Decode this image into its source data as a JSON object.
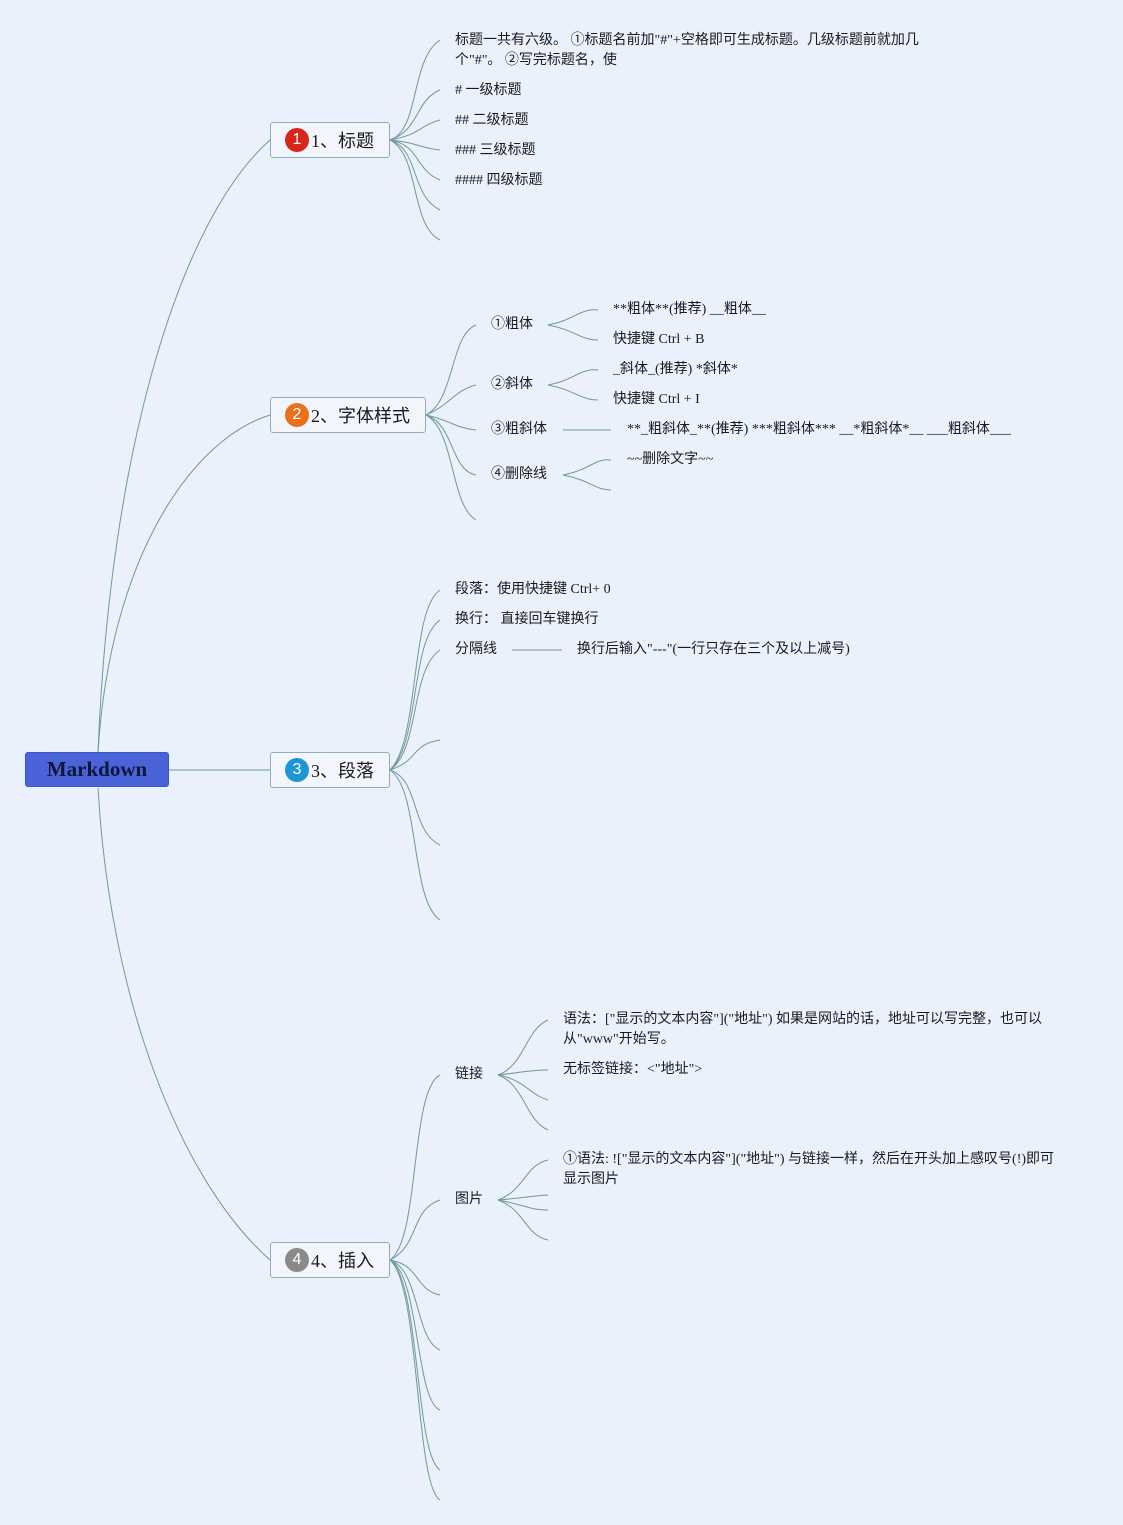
{
  "root": {
    "label": "Markdown"
  },
  "colors": {
    "background": "#eaf0fc",
    "root_fill": "#4a63d9",
    "line": "#6f9a98",
    "badge1": "#d9261c",
    "badge2": "#e8721c",
    "badge3": "#1e96d6",
    "badge4": "#8a8a8a"
  },
  "branches": [
    {
      "num": "1",
      "label": "1、标题"
    },
    {
      "num": "2",
      "label": "2、字体样式"
    },
    {
      "num": "3",
      "label": "3、段落"
    },
    {
      "num": "4",
      "label": "4、插入"
    }
  ],
  "b1": {
    "intro": "标题一共有六级。 ①标题名前加\"#\"+空格即可生成标题。几级标题前就加几个\"#\"。 ②写完标题名，使",
    "h1": "# 一级标题",
    "h2": "## 二级标题",
    "h3": "### 三级标题",
    "h4": "#### 四级标题"
  },
  "b2": {
    "bold": {
      "label": "①粗体",
      "syntax": "**粗体**(推荐) __粗体__",
      "shortcut": "快捷键 Ctrl + B"
    },
    "italic": {
      "label": "②斜体",
      "syntax": "_斜体_(推荐) *斜体*",
      "shortcut": "快捷键 Ctrl + I"
    },
    "bolditalic": {
      "label": "③粗斜体",
      "syntax": "**_粗斜体_**(推荐) ***粗斜体*** __*粗斜体*__ ___粗斜体___"
    },
    "strike": {
      "label": "④删除线",
      "syntax": "~~删除文字~~"
    }
  },
  "b3": {
    "para": "段落：使用快捷键 Ctrl+ 0",
    "newline": "换行： 直接回车键换行",
    "divider": "分隔线",
    "divider_desc": "换行后输入\"---\"(一行只存在三个及以上减号)"
  },
  "b4": {
    "link": {
      "label": "链接",
      "syntax": "语法：[\"显示的文本内容\"](\"地址\") 如果是网站的话，地址可以写完整，也可以从\"www\"开始写。",
      "nolabel": "无标签链接：<\"地址\">"
    },
    "image": {
      "label": "图片",
      "syntax": "①语法: ![\"显示的文本内容\"](\"地址\") 与链接一样，然后在开头加上感叹号(!)即可显示图片"
    }
  }
}
